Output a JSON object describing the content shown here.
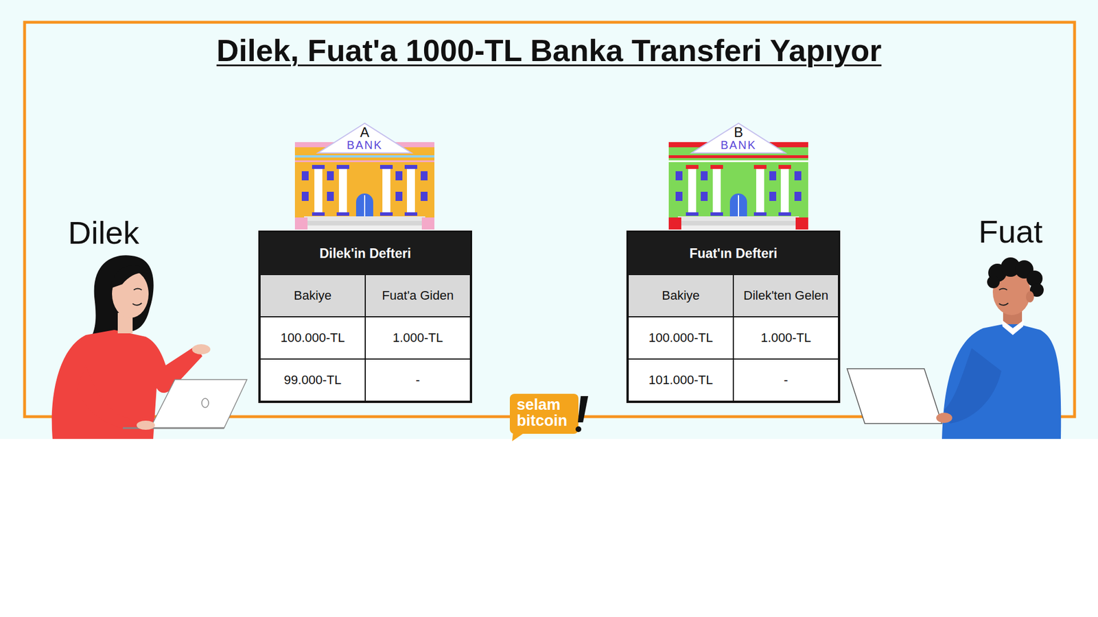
{
  "diagram": {
    "title": "Dilek, Fuat'a 1000-TL Banka Transferi Yapıyor",
    "nodes": [
      {
        "text": [
          "Dilek'in Defteri"
        ]
      },
      {
        "text": [
          "Bakiye"
        ],
        "in": 0
      },
      {
        "text": [
          "Fuat'a Giden"
        ],
        "in": 0
      },
      {
        "text": [
          "100.000-TL"
        ],
        "in": 0
      },
      {
        "text": [
          "1.000-TL"
        ],
        "in": 0
      },
      {
        "text": [
          "99.000-TL"
        ],
        "in": 0
      },
      {
        "text": [
          "-"
        ],
        "in": 0
      },
      {
        "text": [
          "Fuat'ın Defteri"
        ]
      },
      {
        "text": [
          "Bakiye"
        ],
        "in": 7
      },
      {
        "text": [
          "Dilek'ten Gelen"
        ],
        "in": 7
      },
      {
        "text": [
          "100.000-TL"
        ],
        "in": 7
      },
      {
        "text": [
          "1.000-TL"
        ],
        "in": 7
      },
      {
        "text": [
          "101.000-TL"
        ],
        "in": 7
      },
      {
        "text": [
          "-"
        ],
        "in": 7
      }
    ],
    "labels": [
      "Dilek",
      "Fuat",
      "A",
      "BANK",
      "B",
      "BANK",
      "selam",
      "bitcoin"
    ]
  }
}
